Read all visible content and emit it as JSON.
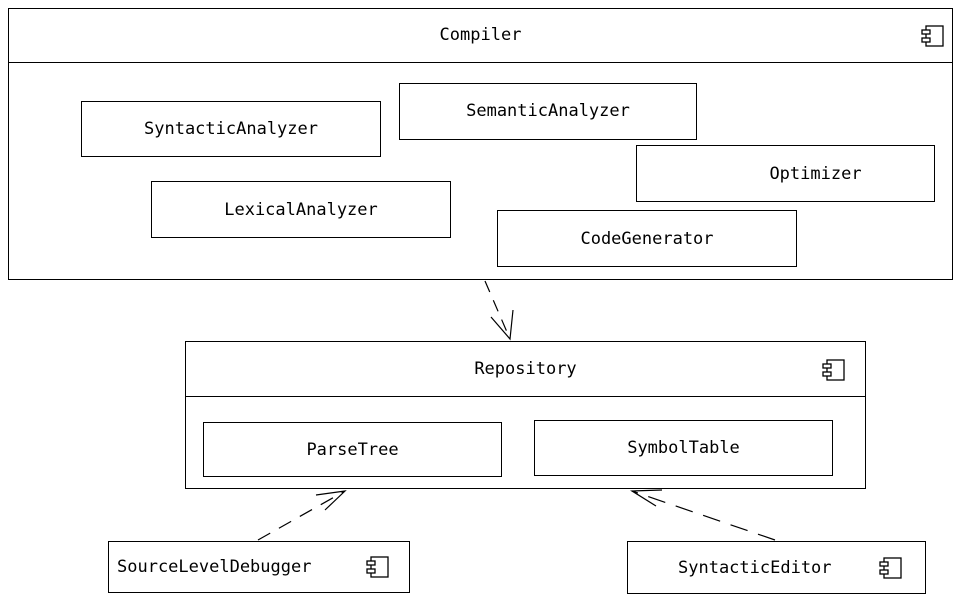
{
  "components": {
    "compiler": {
      "name": "Compiler",
      "icon": "component-icon",
      "parts": {
        "syntactic_analyzer": "SyntacticAnalyzer",
        "semantic_analyzer": "SemanticAnalyzer",
        "optimizer": "Optimizer",
        "lexical_analyzer": "LexicalAnalyzer",
        "code_generator": "CodeGenerator"
      }
    },
    "repository": {
      "name": "Repository",
      "icon": "component-icon",
      "parts": {
        "parse_tree": "ParseTree",
        "symbol_table": "SymbolTable"
      }
    },
    "source_level_debugger": {
      "name": "SourceLevelDebugger",
      "icon": "component-icon"
    },
    "syntactic_editor": {
      "name": "SyntacticEditor",
      "icon": "component-icon"
    }
  },
  "dependencies": [
    {
      "from": "Compiler",
      "to": "Repository",
      "style": "dashed-open-arrow"
    },
    {
      "from": "SourceLevelDebugger",
      "to": "ParseTree",
      "style": "dashed-open-arrow"
    },
    {
      "from": "SyntacticEditor",
      "to": "SymbolTable",
      "style": "dashed-open-arrow"
    }
  ]
}
